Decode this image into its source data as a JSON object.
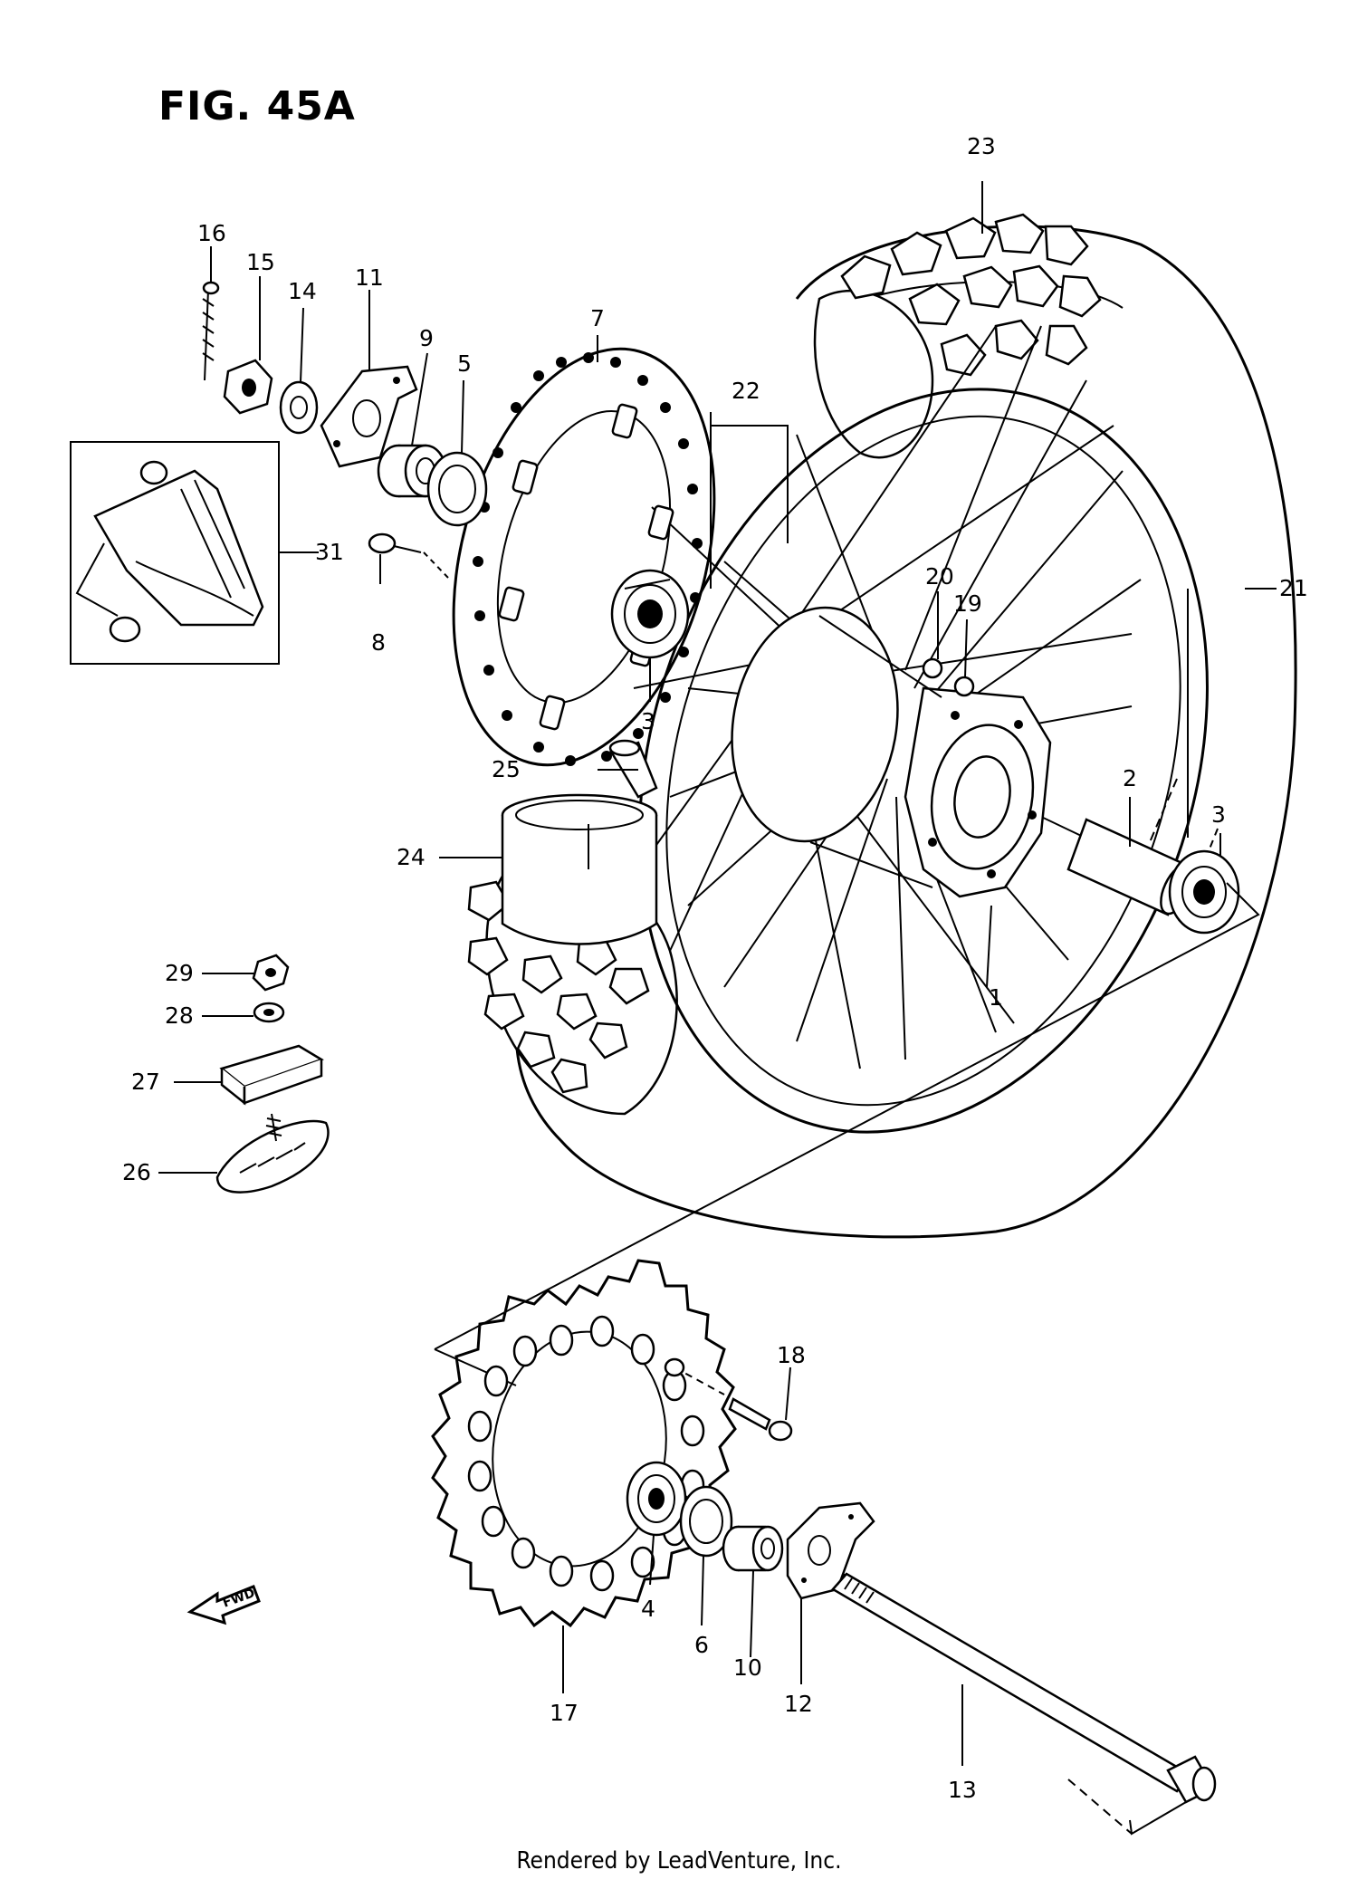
{
  "figure": {
    "title": "FIG. 45A",
    "footer": "Rendered by LeadVenture, Inc."
  },
  "fwd_badge": "FWD",
  "callouts": [
    "1",
    "2",
    "3",
    "3",
    "4",
    "5",
    "6",
    "7",
    "8",
    "9",
    "10",
    "11",
    "12",
    "13",
    "14",
    "15",
    "16",
    "17",
    "18",
    "19",
    "20",
    "21",
    "22",
    "23",
    "24",
    "25",
    "26",
    "27",
    "28",
    "29",
    "31"
  ]
}
